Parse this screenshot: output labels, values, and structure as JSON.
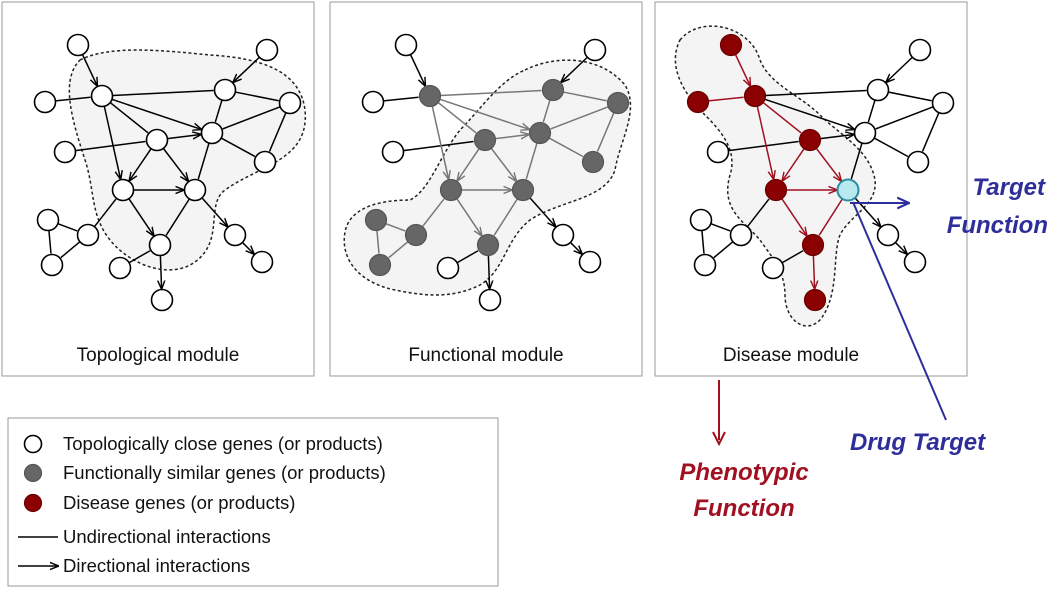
{
  "panels": [
    {
      "caption": "Topological module"
    },
    {
      "caption": "Functional module"
    },
    {
      "caption": "Disease module"
    }
  ],
  "legend": {
    "items": [
      {
        "symbol": "white-node-icon",
        "text": "Topologically close genes (or products)"
      },
      {
        "symbol": "gray-node-icon",
        "text": "Functionally similar genes (or products)"
      },
      {
        "symbol": "red-node-icon",
        "text": "Disease genes (or products)"
      },
      {
        "symbol": "line-icon",
        "text": "Undirectional interactions"
      },
      {
        "symbol": "arrow-icon",
        "text": "Directional interactions"
      }
    ]
  },
  "callouts": {
    "target_function": [
      "Target",
      "Function"
    ],
    "drug_target": "Drug Target",
    "phenotypic_function": [
      "Phenotypic",
      "Function"
    ]
  },
  "colors": {
    "gray_node": "#666666",
    "disease_red": "#8b0000",
    "target_node": "#b9e8ee",
    "callout_blue": "#2e2e9a",
    "callout_red": "#a01020"
  }
}
